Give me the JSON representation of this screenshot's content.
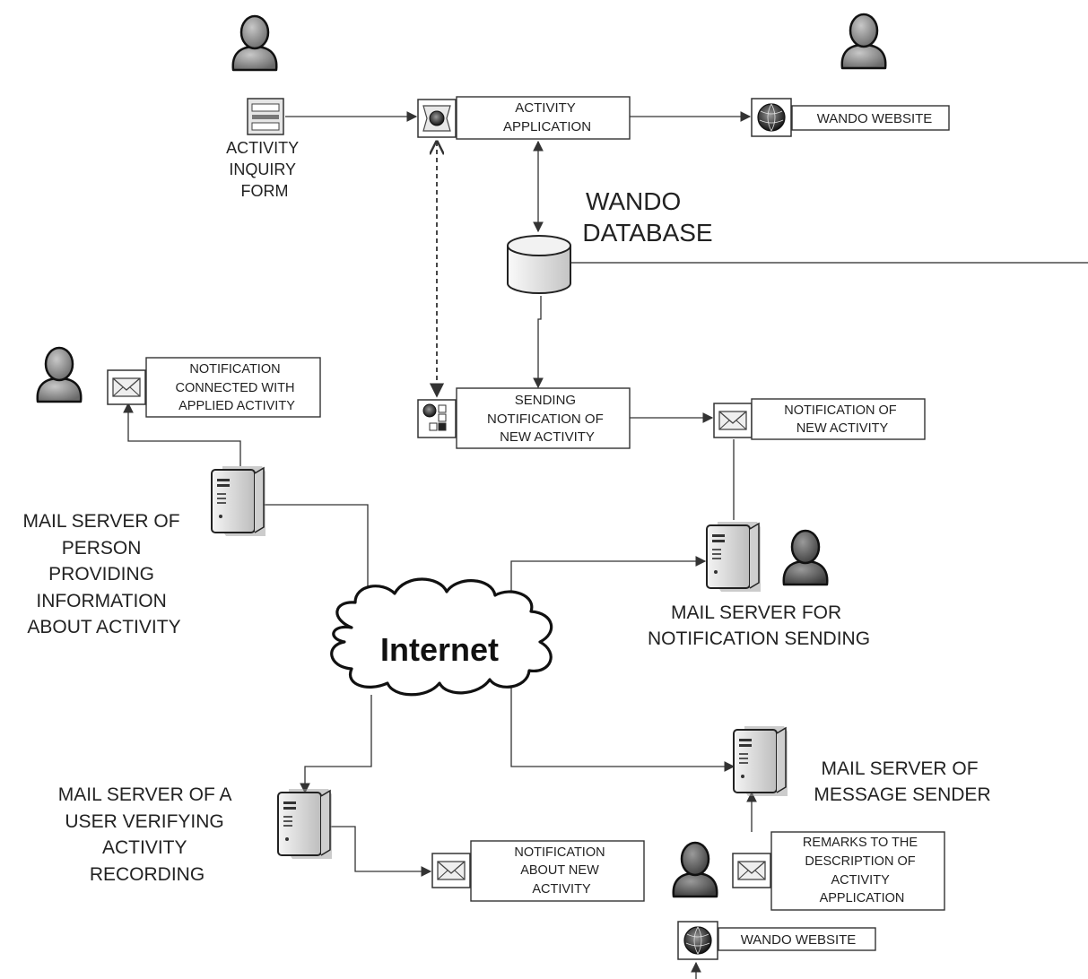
{
  "nodes": {
    "activity_inquiry_form": [
      "ACTIVITY",
      "INQUIRY",
      "FORM"
    ],
    "activity_application": [
      "ACTIVITY",
      "APPLICATION"
    ],
    "wando_website_top": [
      "WANDO WEBSITE"
    ],
    "wando_database": [
      "WANDO",
      "DATABASE"
    ],
    "notification_connected": [
      "NOTIFICATION",
      "CONNECTED WITH",
      "APPLIED ACTIVITY"
    ],
    "sending_notification": [
      "SENDING",
      "NOTIFICATION OF",
      "NEW ACTIVITY"
    ],
    "notification_of_new_activity": [
      "NOTIFICATION OF",
      "NEW ACTIVITY"
    ],
    "mail_server_person": [
      "MAIL SERVER OF",
      "PERSON",
      "PROVIDING",
      "INFORMATION",
      "ABOUT ACTIVITY"
    ],
    "internet": [
      "Internet"
    ],
    "mail_server_notification": [
      "MAIL SERVER FOR",
      "NOTIFICATION SENDING"
    ],
    "mail_server_message_sender": [
      "MAIL SERVER OF",
      "MESSAGE SENDER"
    ],
    "mail_server_user": [
      "MAIL SERVER OF A",
      "USER VERIFYING",
      "ACTIVITY",
      "RECORDING"
    ],
    "notification_about_new_activity": [
      "NOTIFICATION",
      "ABOUT NEW",
      "ACTIVITY"
    ],
    "remarks": [
      "REMARKS TO THE",
      "DESCRIPTION OF",
      "ACTIVITY",
      "APPLICATION"
    ],
    "wando_website_bottom": [
      "WANDO WEBSITE"
    ]
  },
  "icons": {
    "person": "person-icon",
    "form": "form-icon",
    "web": "globe-icon",
    "mail": "envelope-icon",
    "server": "server-icon",
    "database": "database-icon",
    "cloud": "cloud-icon"
  },
  "colors": {
    "line": "#333333",
    "person": "#8a8a8a",
    "person_dark": "#555555"
  }
}
